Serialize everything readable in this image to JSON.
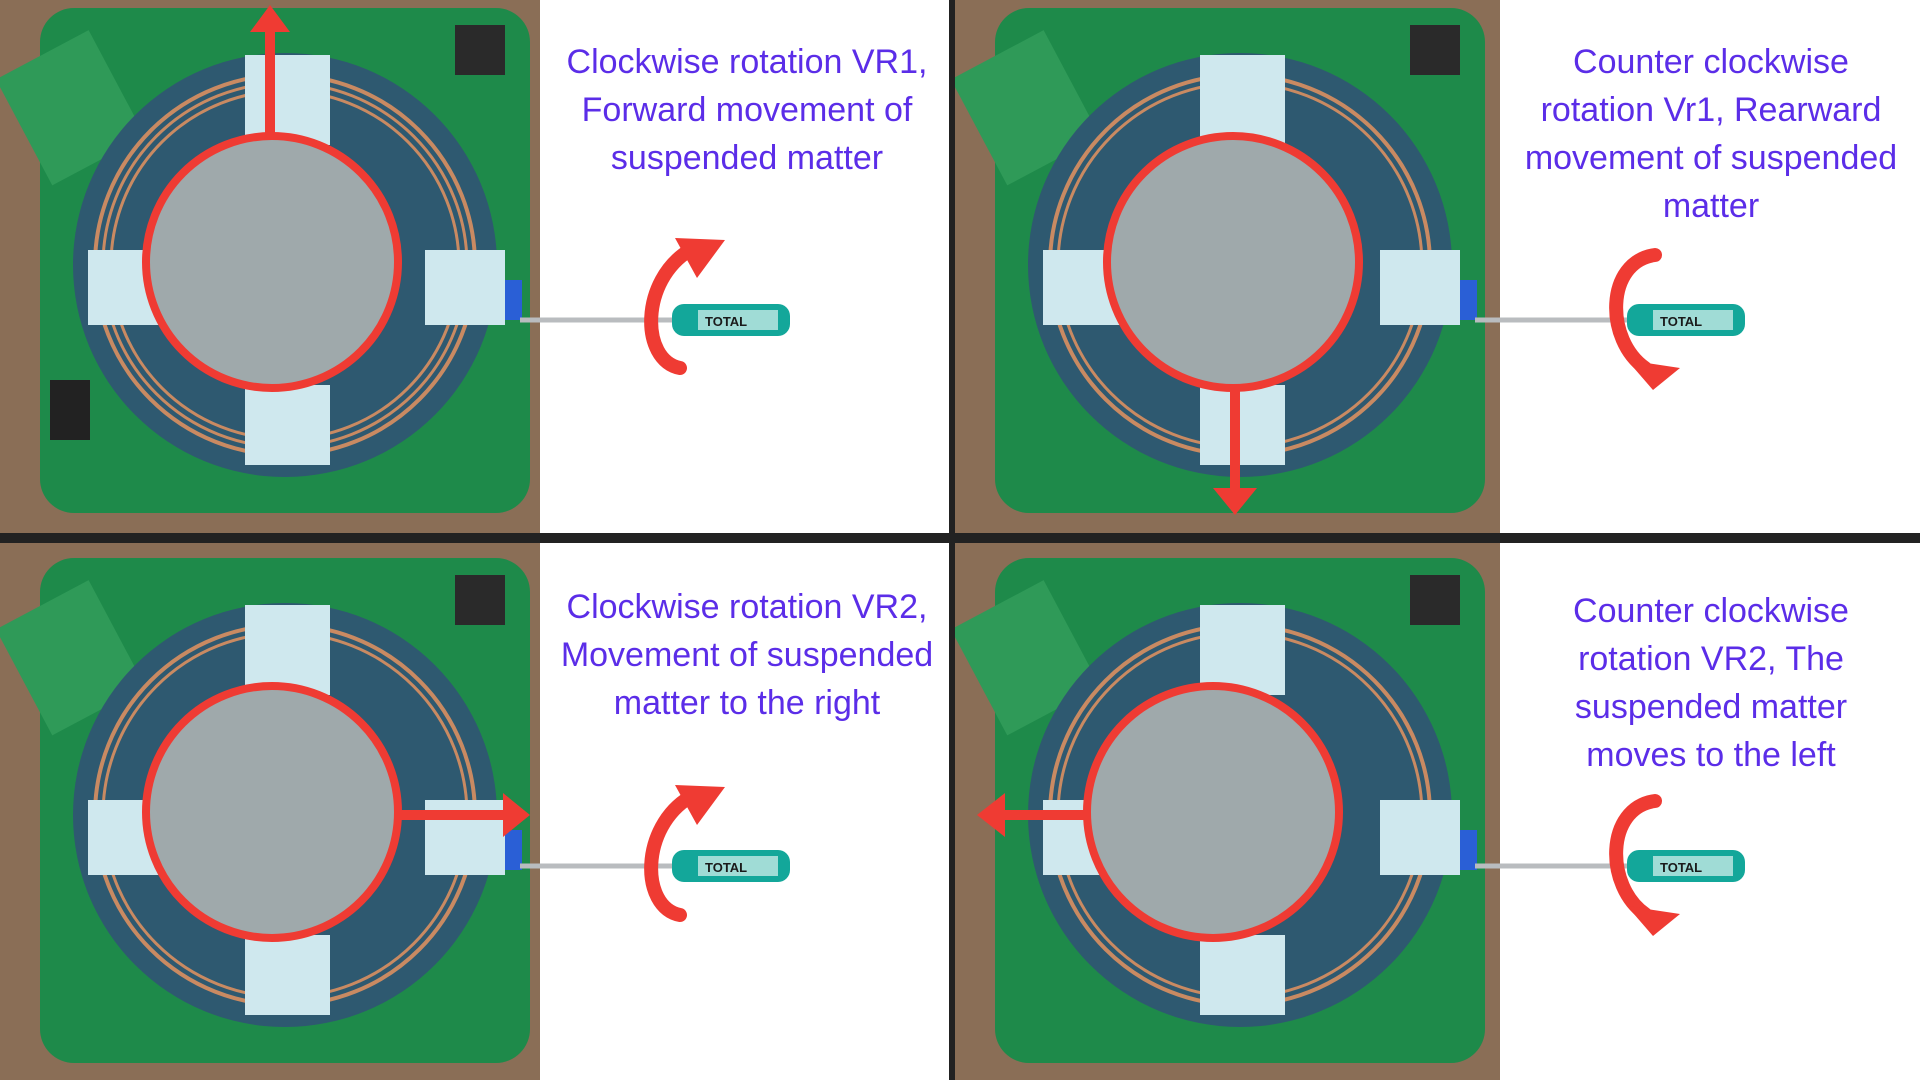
{
  "colors": {
    "caption": "#5b2de8",
    "arrow": "#ef3b33",
    "pcb": "#1e8a4a",
    "magnet_ring": "#2e5970",
    "disc": "#9fa9ab",
    "tape": "#cfe8ee",
    "copper": "#c98a62",
    "table": "#8a6e56",
    "screwdriver": "#13a79a",
    "divider": "#222222"
  },
  "panels": [
    {
      "id": "top-left",
      "caption": "Clockwise rotation VR1,\nForward movement of\nsuspended matter",
      "movement": "forward",
      "rotation": "clockwise",
      "tool_brand": "TOTAL"
    },
    {
      "id": "top-right",
      "caption": "Counter clockwise\nrotation Vr1, Rearward\nmovement of suspended\nmatter",
      "movement": "rearward",
      "rotation": "counter-clockwise",
      "tool_brand": "TOTAL"
    },
    {
      "id": "bottom-left",
      "caption": "Clockwise rotation VR2,\nMovement of suspended\nmatter to the right",
      "movement": "right",
      "rotation": "clockwise",
      "tool_brand": "TOTAL"
    },
    {
      "id": "bottom-right",
      "caption": "Counter clockwise\nrotation VR2, The\nsuspended matter\nmoves to the left",
      "movement": "left",
      "rotation": "counter-clockwise",
      "tool_brand": "TOTAL"
    }
  ]
}
